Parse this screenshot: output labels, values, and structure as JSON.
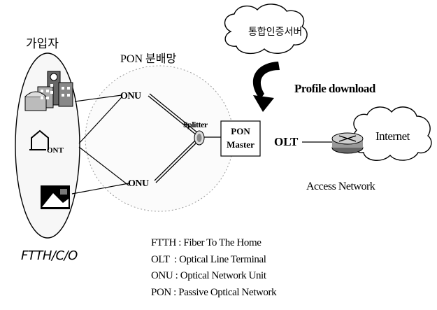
{
  "labels": {
    "subscriber": "가입자",
    "pon_distribution": "PON 분배망",
    "auth_server": "통합인증서버",
    "profile_download": "Profile download",
    "onu_top": "ONU",
    "onu_bottom": "ONU",
    "splitter": "Splitter",
    "pon_master_line1": "PON",
    "pon_master_line2": "Master",
    "olt": "OLT",
    "internet": "Internet",
    "access_network": "Access Network",
    "ont": "ONT",
    "ftth_co": "FTTH/C/O"
  },
  "legend": [
    {
      "abbr": "FTTH",
      "sep": " : ",
      "meaning": "Fiber To The Home"
    },
    {
      "abbr": "OLT",
      "sep": "  : ",
      "meaning": "Optical Line Terminal"
    },
    {
      "abbr": "ONU",
      "sep": " : ",
      "meaning": "Optical Network Unit"
    },
    {
      "abbr": "PON",
      "sep": " : ",
      "meaning": "Passive Optical Network"
    }
  ],
  "icons": [
    "building-icon",
    "house-icon",
    "office-icon",
    "cloud-icon",
    "curved-arrow-icon",
    "router-icon",
    "splitter-icon"
  ],
  "colors": {
    "ink": "#000000",
    "ellipse_fill": "#f7f7f7",
    "paper": "#ffffff"
  }
}
